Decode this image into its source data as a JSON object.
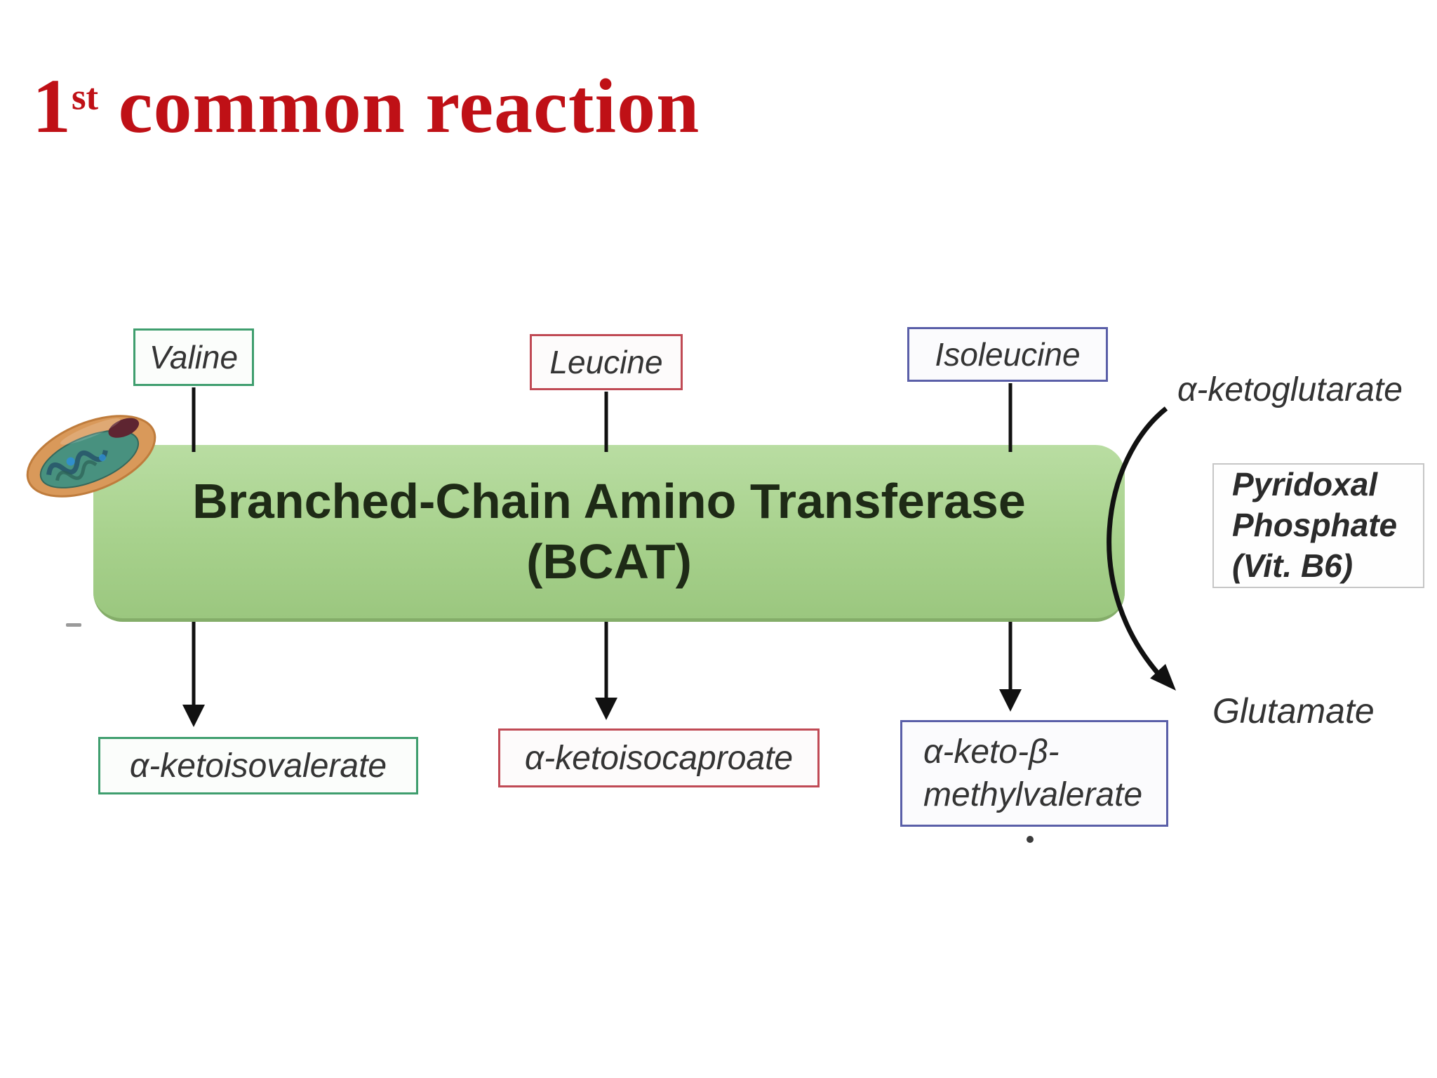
{
  "slide": {
    "title": {
      "number": "1",
      "ordinal": "st",
      "text": " common reaction",
      "color": "#bf1016"
    },
    "substrates": [
      {
        "label": "Valine",
        "border_color": "#3f9e6e"
      },
      {
        "label": "Leucine",
        "border_color": "#c04a55"
      },
      {
        "label": "Isoleucine",
        "border_color": "#5a5fa8"
      }
    ],
    "enzyme": {
      "line1": "Branched-Chain Amino Transferase",
      "line2": "(BCAT)",
      "fill_color": "#a7d18c"
    },
    "products": [
      {
        "lines": [
          "α-ketoisovalerate"
        ],
        "border_color": "#3f9e6e"
      },
      {
        "lines": [
          "α-ketoisocaproate"
        ],
        "border_color": "#c04a55"
      },
      {
        "lines": [
          "α-keto-β-",
          "methylvalerate"
        ],
        "border_color": "#5a5fa8"
      }
    ],
    "cofactor": {
      "lines": [
        "Pyridoxal",
        "Phosphate",
        "(Vit. B6)"
      ]
    },
    "acceptor_label": "α-ketoglutarate",
    "amino_product_label": "Glutamate",
    "icons": {
      "organelle": "mitochondrion-icon"
    },
    "colors": {
      "title_red": "#bf1016",
      "arrow_black": "#111111",
      "enzyme_green": "#a7d18c"
    }
  }
}
